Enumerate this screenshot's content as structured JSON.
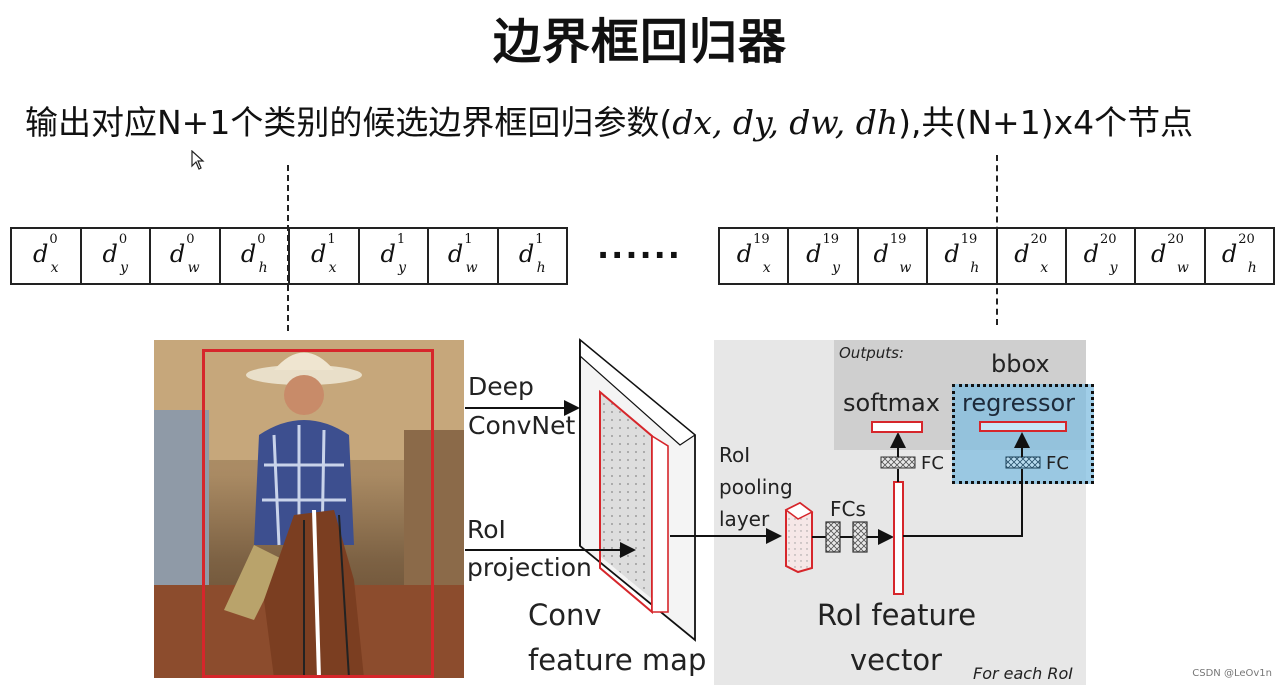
{
  "slide": {
    "title": "边界框回归器",
    "subtitle_prefix": "输出对应N+1个类别的候选边界框回归参数(",
    "subtitle_params": "dx, dy, dw, dh",
    "subtitle_suffix": "),共(N+1)x4个节点"
  },
  "param_row_left": [
    {
      "base": "d",
      "sup": "0",
      "sub": "x"
    },
    {
      "base": "d",
      "sup": "0",
      "sub": "y"
    },
    {
      "base": "d",
      "sup": "0",
      "sub": "w"
    },
    {
      "base": "d",
      "sup": "0",
      "sub": "h"
    },
    {
      "base": "d",
      "sup": "1",
      "sub": "x"
    },
    {
      "base": "d",
      "sup": "1",
      "sub": "y"
    },
    {
      "base": "d",
      "sup": "1",
      "sub": "w"
    },
    {
      "base": "d",
      "sup": "1",
      "sub": "h"
    }
  ],
  "param_row_right": [
    {
      "base": "d",
      "sup": "19",
      "sub": "x"
    },
    {
      "base": "d",
      "sup": "19",
      "sub": "y"
    },
    {
      "base": "d",
      "sup": "19",
      "sub": "w"
    },
    {
      "base": "d",
      "sup": "19",
      "sub": "h"
    },
    {
      "base": "d",
      "sup": "20",
      "sub": "x"
    },
    {
      "base": "d",
      "sup": "20",
      "sub": "y"
    },
    {
      "base": "d",
      "sup": "20",
      "sub": "w"
    },
    {
      "base": "d",
      "sup": "20",
      "sub": "h"
    }
  ],
  "ellipsis": "······",
  "diagram": {
    "deep_convnet_line1": "Deep",
    "deep_convnet_line2": "ConvNet",
    "roi_projection_line1": "RoI",
    "roi_projection_line2": "projection",
    "conv_map_line1": "Conv",
    "conv_map_line2": "feature map",
    "roi_pooling_line1": "RoI",
    "roi_pooling_line2": "pooling",
    "roi_pooling_line3": "layer",
    "fcs": "FCs",
    "outputs": "Outputs:",
    "softmax": "softmax",
    "bbox": "bbox",
    "regressor": "regressor",
    "fc_left": "FC",
    "fc_right": "FC",
    "roi_vector_line1": "RoI feature",
    "roi_vector_line2": "vector",
    "for_each": "For each RoI"
  },
  "watermark": "CSDN @LeOv1n",
  "colors": {
    "bbox_red": "#d6262b",
    "panel_gray": "#e7e7e7",
    "output_gray": "#cfcfcf",
    "regressor_blue": "#80bee0"
  }
}
